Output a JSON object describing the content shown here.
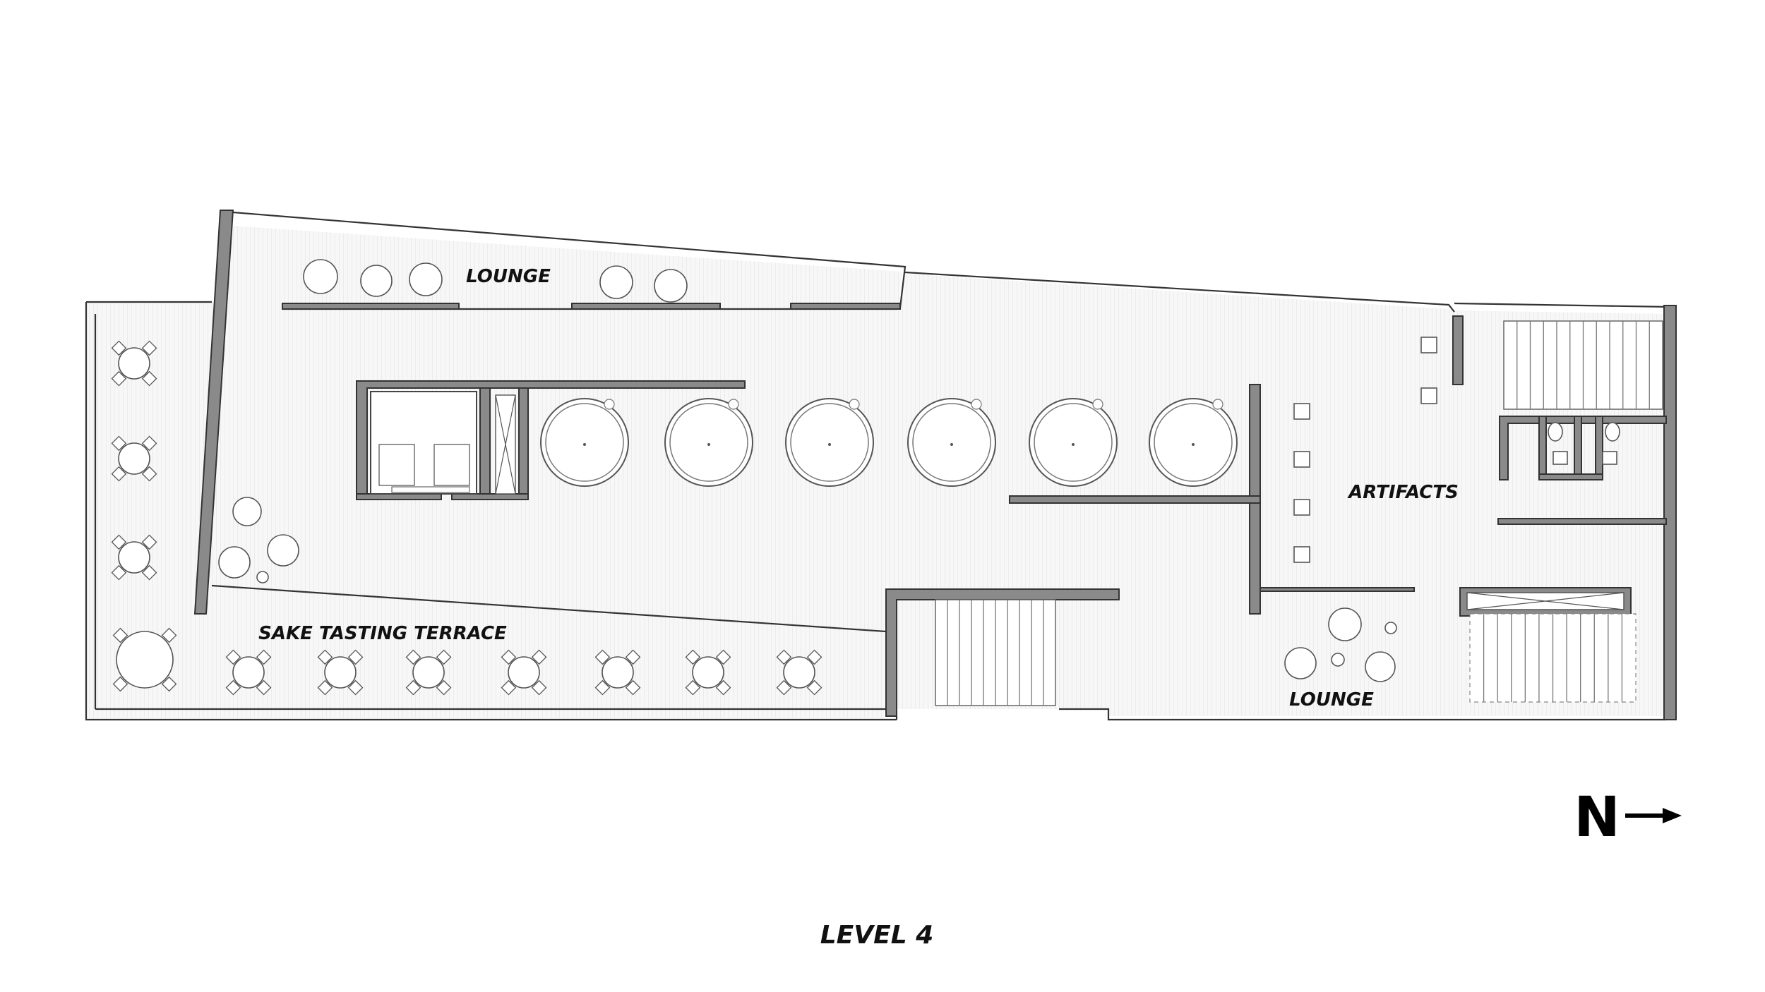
{
  "title": "LEVEL 4",
  "north_label": "N",
  "rooms": {
    "lounge_top": "LOUNGE",
    "artifacts": "ARTIFACTS",
    "sake_tasting_terrace": "SAKE TASTING TERRACE",
    "lounge_bottom": "LOUNGE"
  },
  "colors": {
    "wall_fill": "#8a8a8a",
    "line": "#333333",
    "floor_hatch": "#f3f3f3"
  },
  "icons": {
    "north_arrow": "arrow-right-icon"
  }
}
